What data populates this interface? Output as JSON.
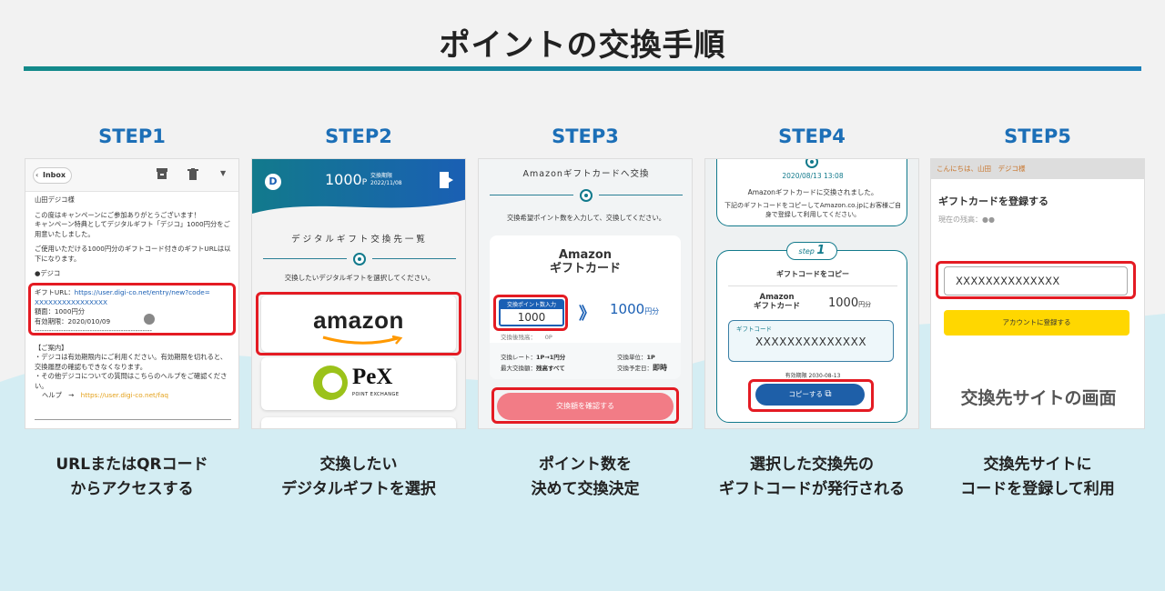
{
  "title": "ポイントの交換手順",
  "steps": [
    {
      "label": "STEP1",
      "caption": [
        "URLまたはQRコード",
        "からアクセスする"
      ]
    },
    {
      "label": "STEP2",
      "caption": [
        "交換したい",
        "デジタルギフトを選択"
      ]
    },
    {
      "label": "STEP3",
      "caption": [
        "ポイント数を",
        "決めて交換決定"
      ]
    },
    {
      "label": "STEP4",
      "caption": [
        "選択した交換先の",
        "ギフトコードが発行される"
      ]
    },
    {
      "label": "STEP5",
      "caption": [
        "交換先サイトに",
        "コードを登録して利用"
      ]
    }
  ],
  "s1": {
    "inbox": "Inbox",
    "to": "山田デジコ様",
    "p1": "この度はキャンペーンにご参加ありがとうございます！",
    "p1b": "キャンペーン特典としてデジタルギフト「デジコ」1000円分をご用意いたしました。",
    "p2": "ご使用いただける1000円分のギフトコード付きのギフトURLは以下になります。",
    "sec": "●デジコ",
    "dash": "-------------------------------------------------",
    "url_label": "ギフトURL：",
    "url": "https://user.digi-co.net/entry/new?code=",
    "code": "XXXXXXXXXXXXXXXX",
    "amount": "額面：1000円分",
    "expiry": "有効期限：2020/010/09",
    "info_h": "【ご案内】",
    "info1": "・デジコは有効期限内にご利用ください。有効期限を切れると、交換履歴の確認もできなくなります。",
    "info2": "・その他デジコについての質問はこちらのヘルプをご確認ください。",
    "help": "ヘルプ　→",
    "help_url": "https://user.digi-co.net/faq"
  },
  "s2": {
    "points": "1000",
    "unit": "P",
    "exp_label": "交換期限",
    "exp_date": "2022/11/08",
    "list_title": "デジタルギフト交換先一覧",
    "instr": "交換したいデジタルギフトを選択してください。",
    "amazon": "amazon",
    "pex": "PeX",
    "pex_sub": "POINT EXCHANGE"
  },
  "s3": {
    "title": "Amazonギフトカードへ交換",
    "instr": "交換希望ポイント数を入力して、交換してください。",
    "card1": "Amazon",
    "card2": "ギフトカード",
    "input_label": "交換ポイント数入力",
    "input_val": "1000",
    "arrow": "》",
    "yen_val": "1000",
    "yen_unit": "円分",
    "after_label": "交換後残高：",
    "after_val": "0P",
    "rate_label": "交換レート：",
    "rate_val": "1P→1円分",
    "unit_label": "交換単位：",
    "unit_val": "1P",
    "max_label": "最大交換額：",
    "max_val": "残高すべて",
    "date_label": "交換予定日：",
    "date_val": "即時",
    "button": "交換額を確認する"
  },
  "s4": {
    "datetime": "2020/08/13 13:08",
    "msg": "Amazonギフトカードに交換されました。",
    "msg2": "下記のギフトコードをコピーしてAmazon.co.jpにお客様ご自身で登録して利用してください。",
    "step_tag": "step",
    "step_num": "1",
    "copy_h": "ギフトコードをコピー",
    "prod1": "Amazon",
    "prod2": "ギフトカード",
    "amount": "1000",
    "amount_unit": "円分",
    "code_label": "ギフトコード",
    "code": "XXXXXXXXXXXXXX",
    "expiry": "有効期限 2030-08-13",
    "copy_btn": "コピーする"
  },
  "s5": {
    "header": "こんにちは、山田　デジコ様",
    "register_h": "ギフトカードを登録する",
    "balance_label": "現在の残高：",
    "balance_val": "●●",
    "code": "XXXXXXXXXXXXXX",
    "button": "アカウントに登録する",
    "site_label": "交換先サイトの画面"
  },
  "colors": {
    "accent": "#1c6fb7",
    "highlight": "#e41b23",
    "teal": "#127a8c",
    "pink": "#f27c86",
    "yellow": "#ffd700"
  }
}
